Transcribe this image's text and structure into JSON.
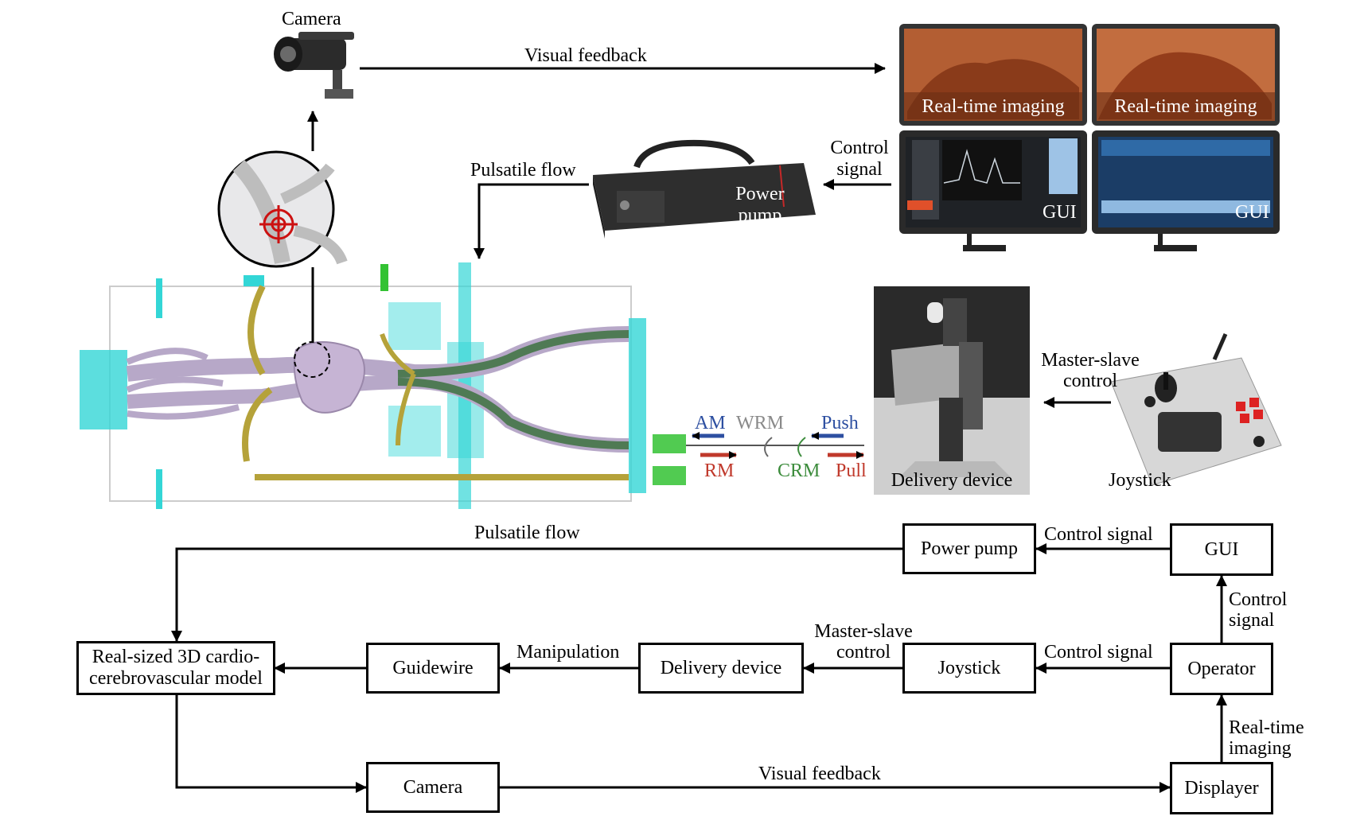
{
  "illustration": {
    "camera": "Camera",
    "visual_feedback": "Visual feedback",
    "pulsatile_flow": "Pulsatile flow",
    "power_pump_line1": "Power",
    "power_pump_line2": "pump",
    "control_signal_line1": "Control",
    "control_signal_line2": "signal",
    "monitors": {
      "realtime_left": "Real-time imaging",
      "realtime_right": "Real-time imaging",
      "gui_left": "GUI",
      "gui_right": "GUI"
    },
    "motions": {
      "am": "AM",
      "wrm": "WRM",
      "push": "Push",
      "rm": "RM",
      "crm": "CRM",
      "pull": "Pull"
    },
    "delivery_device": "Delivery device",
    "master_slave_line1": "Master-slave",
    "master_slave_line2": "control",
    "joystick": "Joystick"
  },
  "flowchart": {
    "nodes": {
      "model_line1": "Real-sized 3D cardio-",
      "model_line2": "cerebrovascular model",
      "guidewire": "Guidewire",
      "delivery_device": "Delivery device",
      "joystick": "Joystick",
      "operator": "Operator",
      "gui": "GUI",
      "power_pump": "Power pump",
      "camera": "Camera",
      "displayer": "Displayer"
    },
    "edges": {
      "pulsatile_flow": "Pulsatile flow",
      "control_signal_top": "Control signal",
      "control_signal_vertical_line1": "Control",
      "control_signal_vertical_line2": "signal",
      "control_signal_mid": "Control signal",
      "master_slave_line1": "Master-slave",
      "master_slave_line2": "control",
      "manipulation": "Manipulation",
      "realtime_line1": "Real-time",
      "realtime_line2": "imaging",
      "visual_feedback": "Visual feedback"
    }
  },
  "colors": {
    "blue_arrow": "#2d4fa1",
    "red_arrow": "#c0392b",
    "green_arrow": "#3c8c3c",
    "vessel": "#b7a8c8",
    "aorta_green": "#4f7a54",
    "fixture_cyan": "#33d6d6",
    "tissue": "#b85a2e",
    "crosshair": "#cc1111"
  }
}
